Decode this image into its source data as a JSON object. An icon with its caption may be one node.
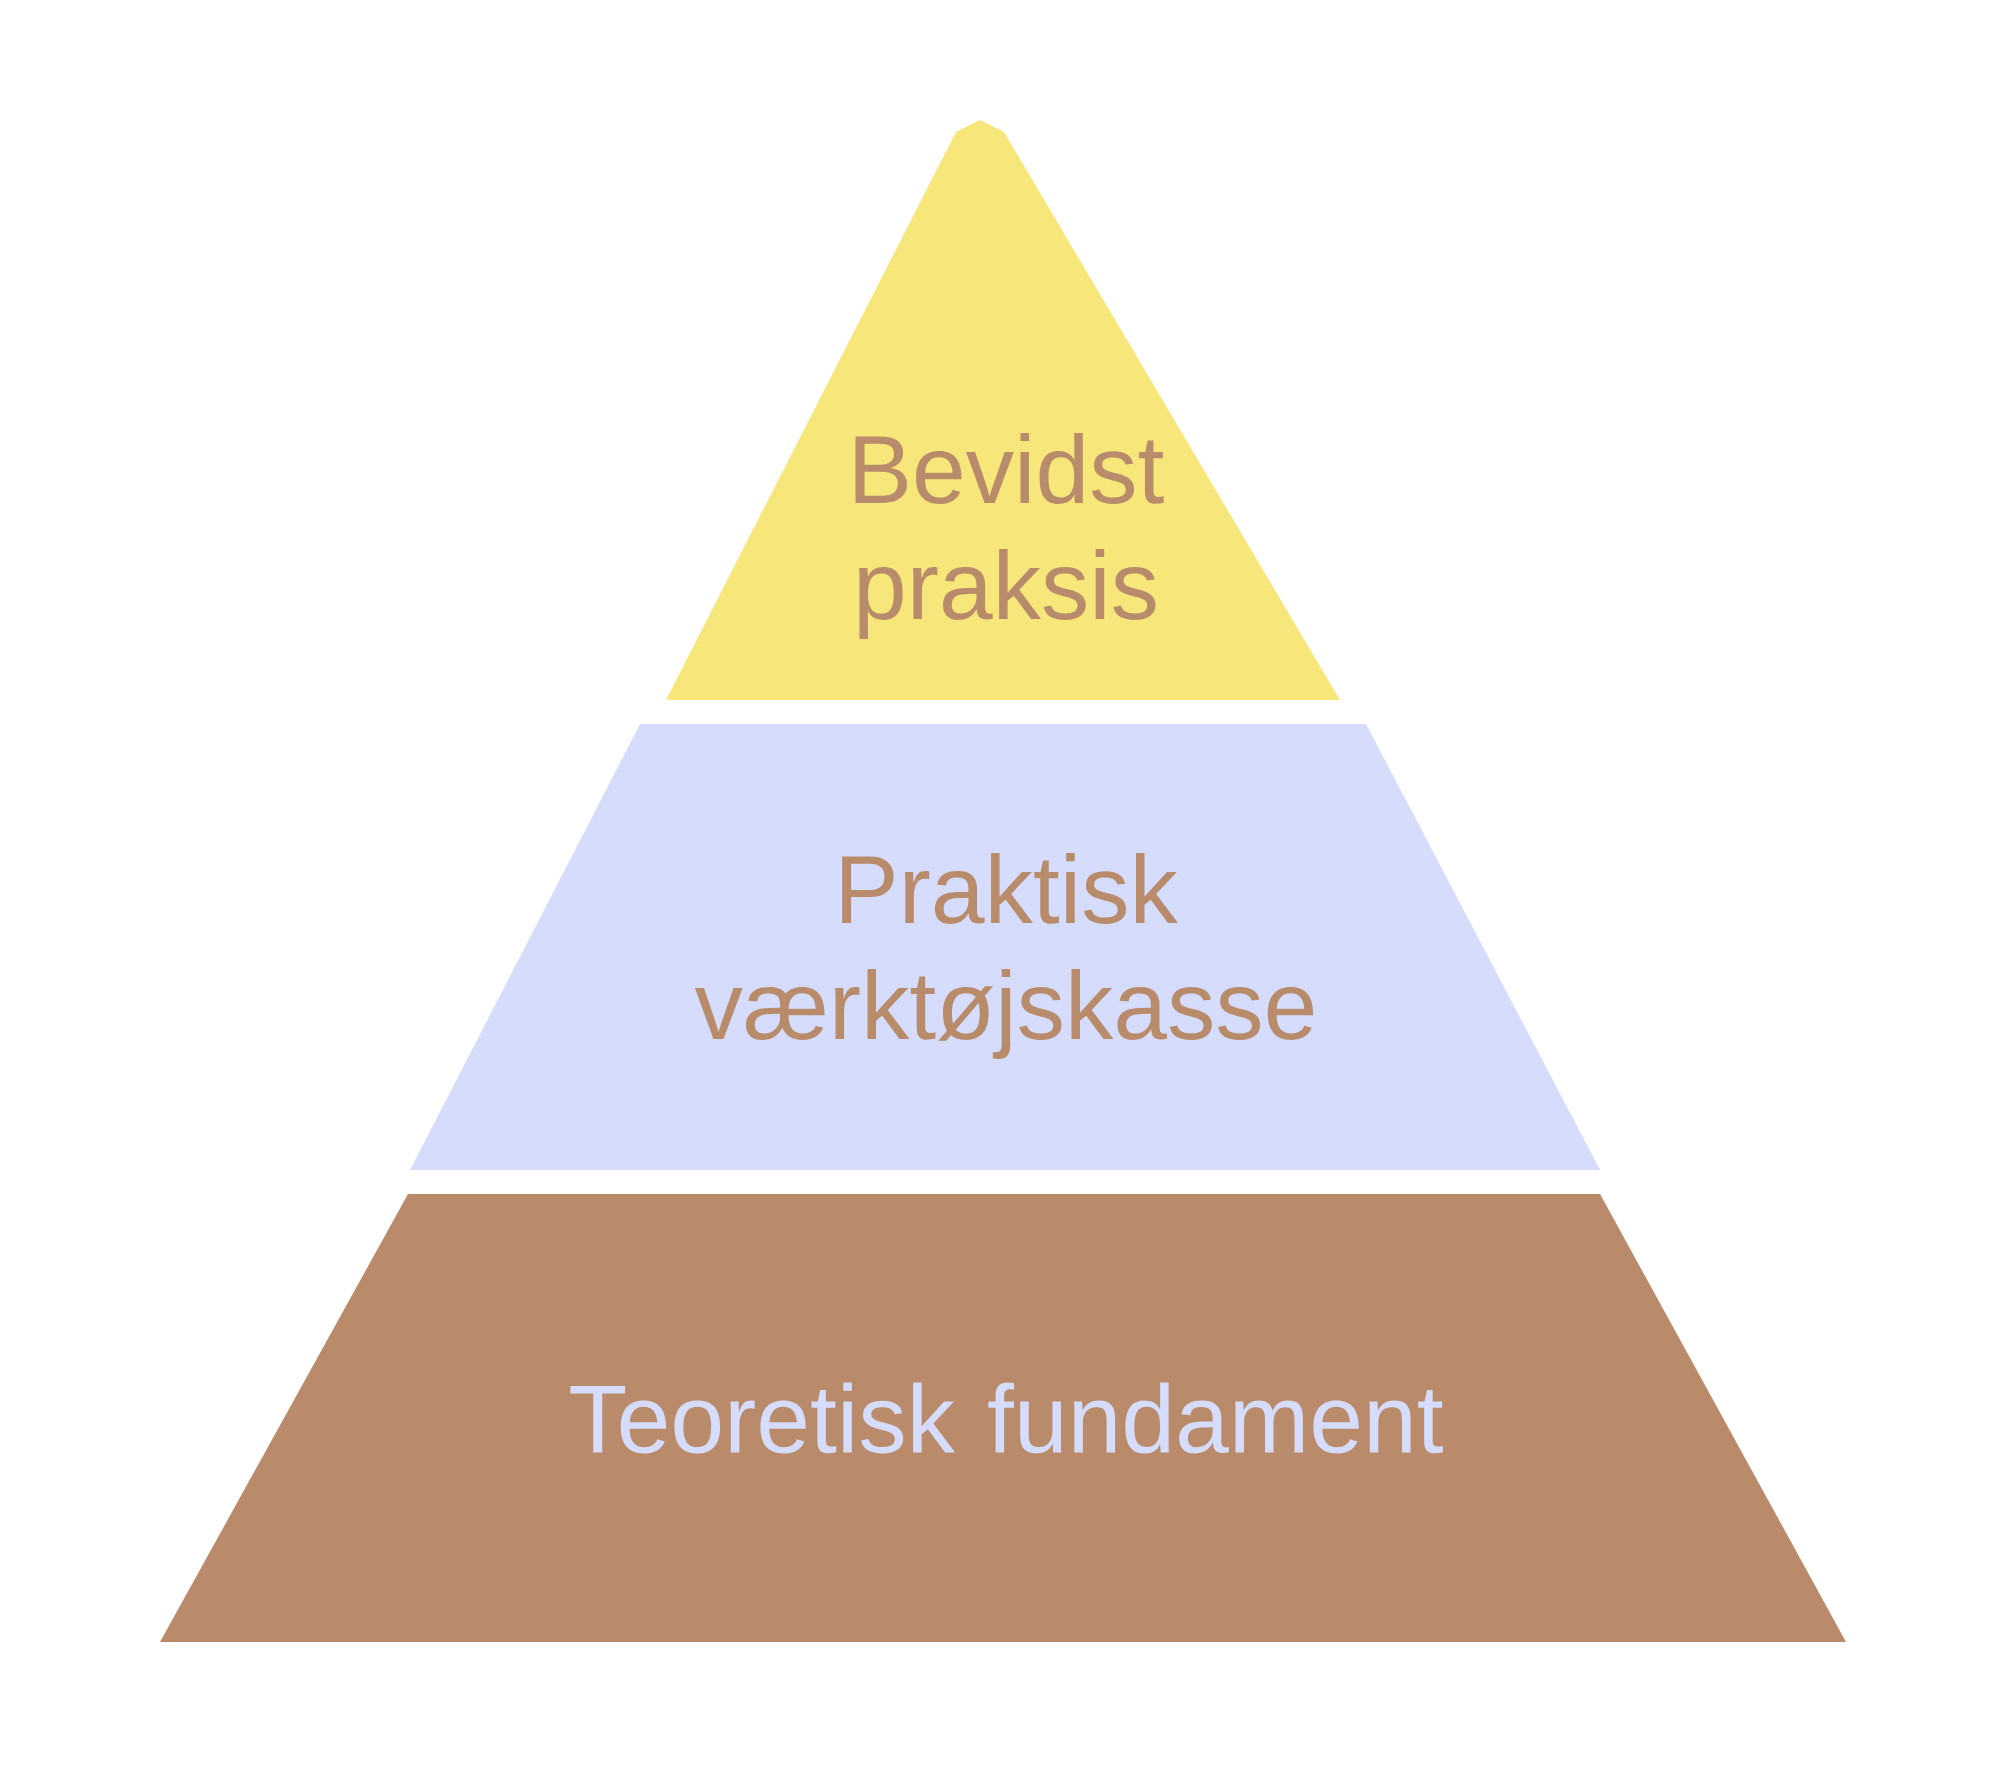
{
  "diagram": {
    "nodes": [
      {
        "text": [
          "Bevidst praksis"
        ]
      },
      {
        "text": [
          "Praktisk værktøjskasse"
        ]
      },
      {
        "text": [
          "Teoretisk fundament"
        ]
      }
    ]
  }
}
